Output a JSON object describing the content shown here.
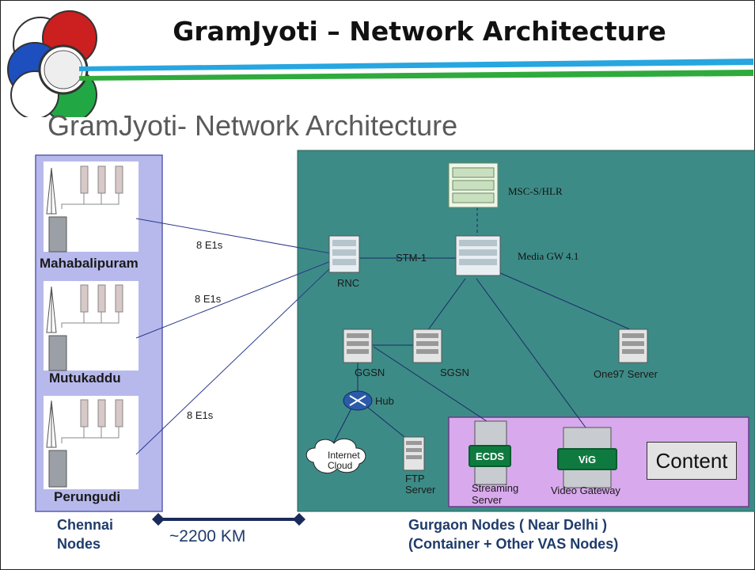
{
  "slide": {
    "title": "GramJyoti – Network Architecture"
  },
  "diagram": {
    "title": "GramJyoti- Network Architecture",
    "colors": {
      "chennai_panel": "#b7b9ec",
      "gurgaon_panel": "#3d8b86",
      "vas_panel": "#d8a9ec",
      "footer_text": "#1f3b6b"
    },
    "chennai_sites": [
      "Mahabalipuram",
      "Mutukaddu",
      "Perungudi"
    ],
    "link_labels": [
      "8 E1s",
      "8 E1s",
      "8 E1s"
    ],
    "nodes": {
      "rnc": "RNC",
      "stm": "STM-1",
      "msc": "MSC-S/HLR",
      "media_gw": "Media GW 4.1",
      "ggsn": "GGSN",
      "sgsn": "SGSN",
      "one97": "One97 Server",
      "hub": "Hub",
      "internet": "Internet Cloud",
      "ftp": "FTP Server",
      "ecds_badge": "ECDS",
      "streaming": "Streaming Server",
      "vig_badge": "ViG",
      "video_gateway": "Video Gateway",
      "content": "Content"
    },
    "footer": {
      "chennai": "Chennai Nodes",
      "distance": "~2200 KM",
      "gurgaon_line1": "Gurgaon Nodes ( Near Delhi )",
      "gurgaon_line2": "(Container + Other VAS Nodes)"
    }
  }
}
